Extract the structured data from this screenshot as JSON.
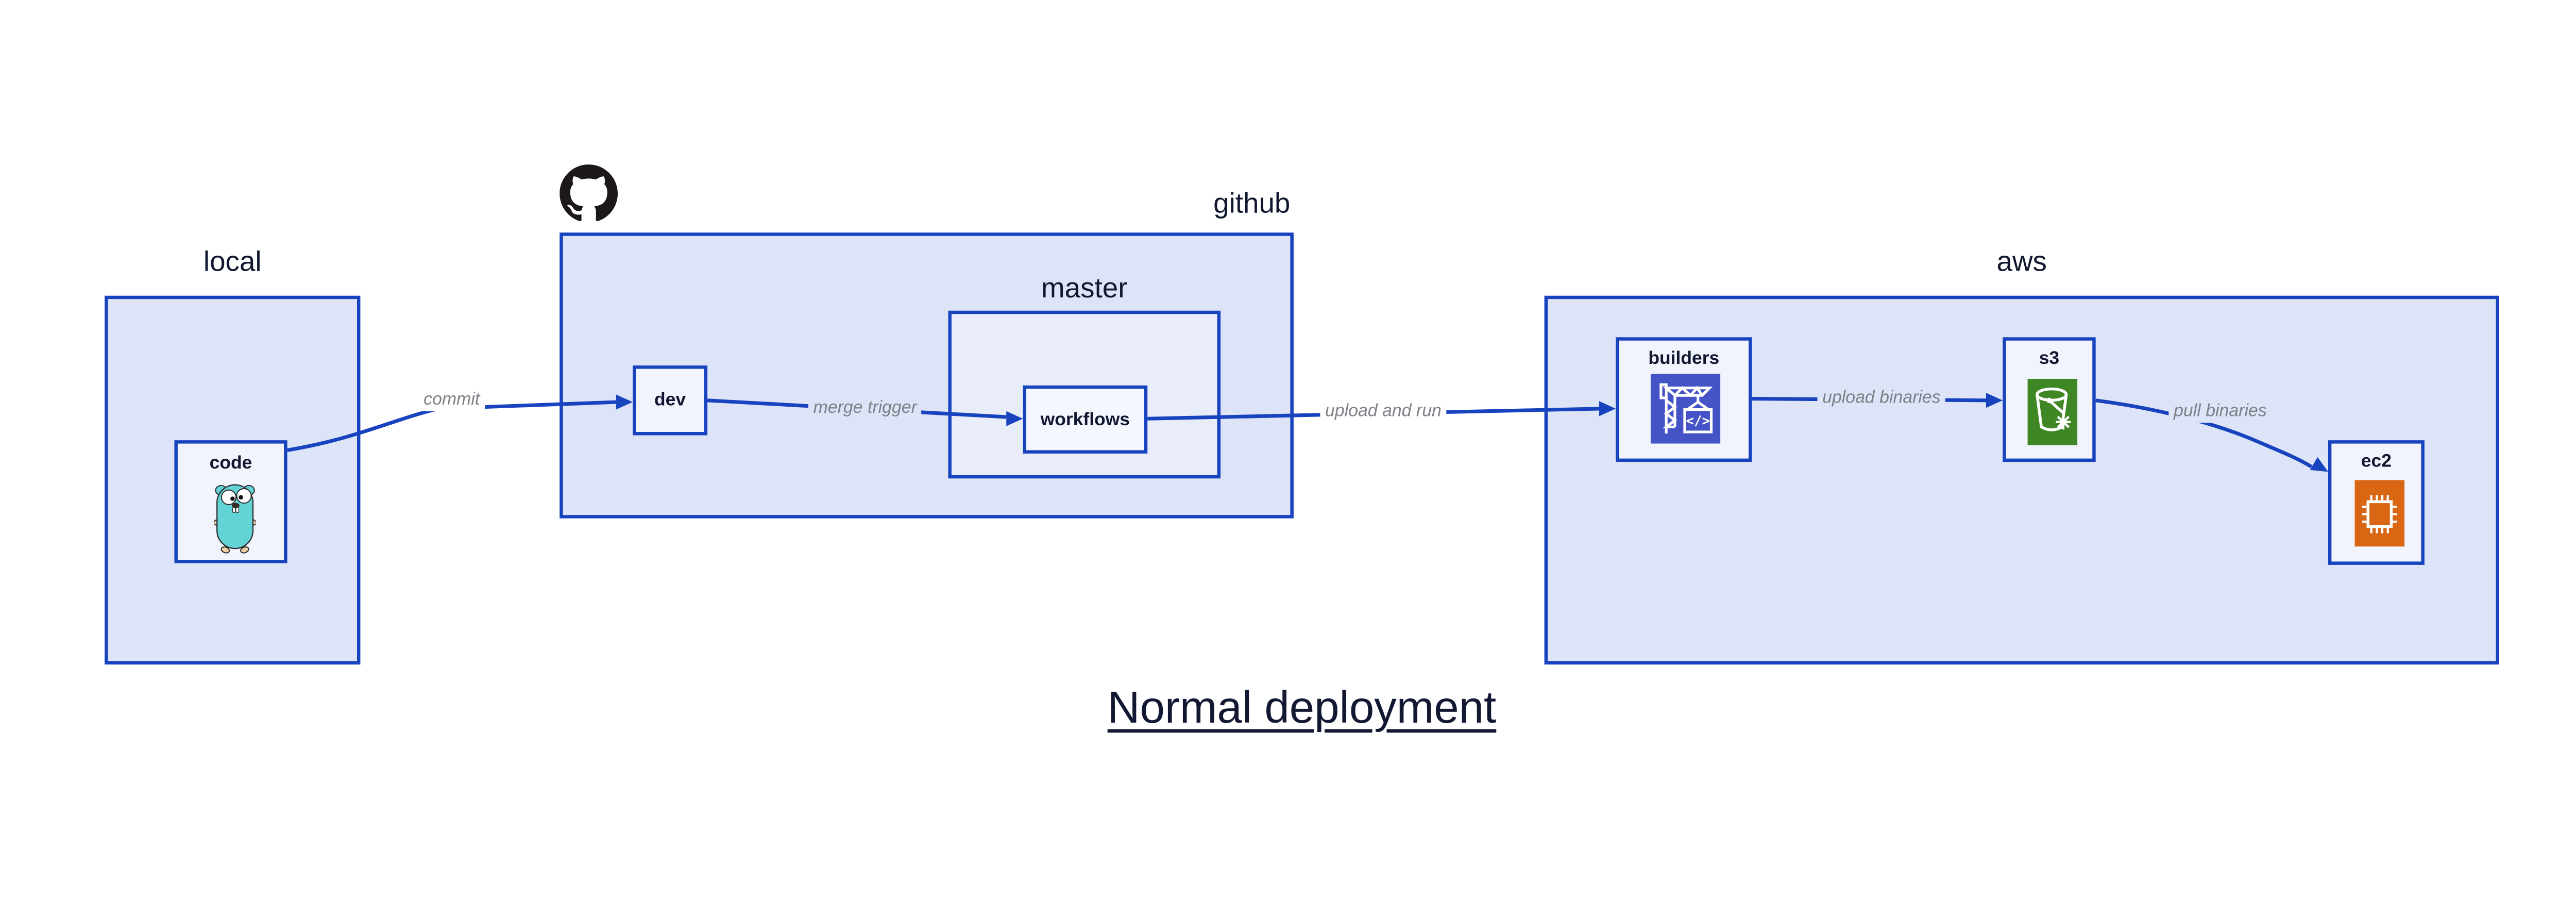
{
  "title": "Normal deployment",
  "groups": {
    "local": {
      "label": "local"
    },
    "github": {
      "label": "github"
    },
    "master": {
      "label": "master"
    },
    "aws": {
      "label": "aws"
    }
  },
  "nodes": {
    "code": {
      "label": "code",
      "icon": "go-gopher-icon"
    },
    "dev": {
      "label": "dev"
    },
    "workflows": {
      "label": "workflows"
    },
    "builders": {
      "label": "builders",
      "icon": "codebuild-crane-icon"
    },
    "s3": {
      "label": "s3",
      "icon": "s3-bucket-icon"
    },
    "ec2": {
      "label": "ec2",
      "icon": "ec2-chip-icon"
    }
  },
  "edges": [
    {
      "from": "code",
      "to": "dev",
      "label": "commit"
    },
    {
      "from": "dev",
      "to": "workflows",
      "label": "merge trigger"
    },
    {
      "from": "workflows",
      "to": "builders",
      "label": "upload and run"
    },
    {
      "from": "builders",
      "to": "s3",
      "label": "upload binaries"
    },
    {
      "from": "s3",
      "to": "ec2",
      "label": "pull binaries"
    }
  ],
  "logos": {
    "github_mark": "github-octocat-logo-icon"
  },
  "colors": {
    "edge_blue": "#1843be",
    "container_fill": "#dde4f8",
    "master_fill": "#e9edfa",
    "node_fill": "#f2f4fd",
    "label_navy": "#10172f",
    "edge_label_gray": "#7d8086",
    "codebuild_bg": "#4453c6",
    "s3_green": "#3f8624",
    "ec2_orange": "#d86613",
    "gopher_teal": "#63d3d6"
  }
}
